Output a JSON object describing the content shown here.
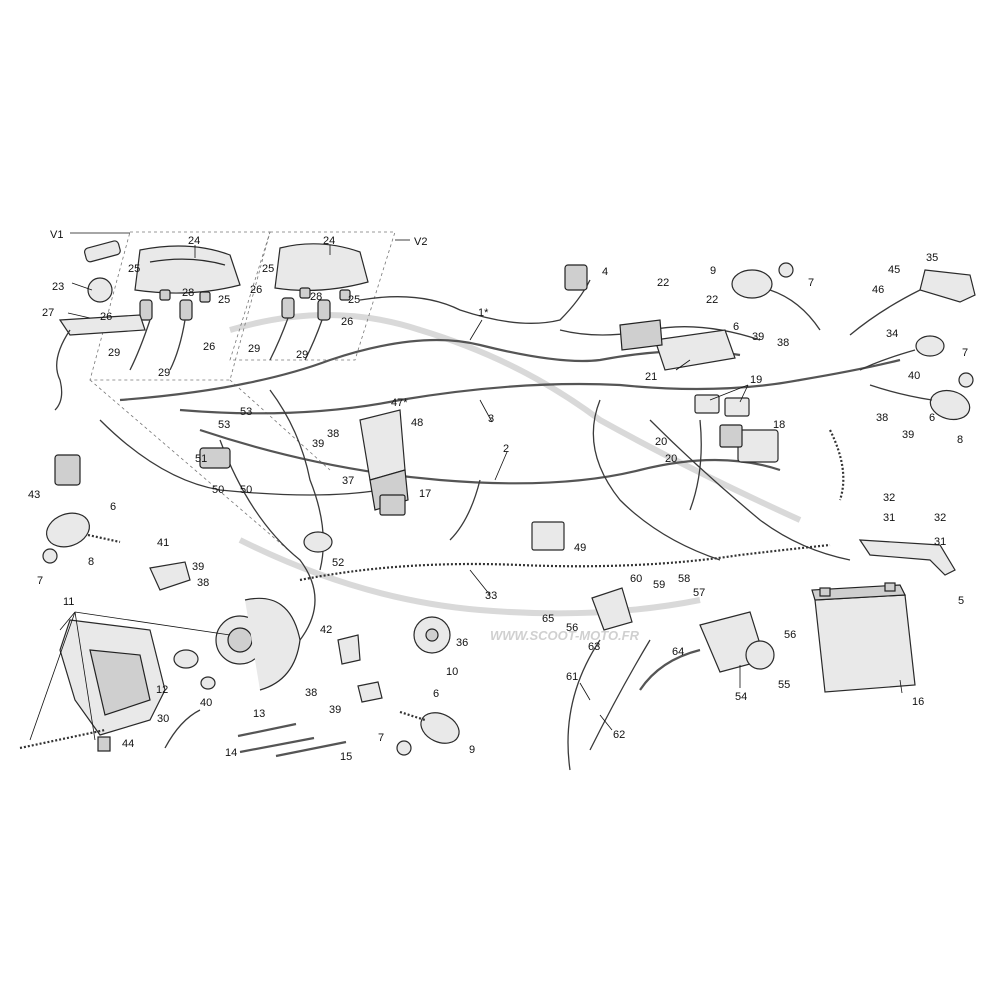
{
  "diagram": {
    "variant_labels": {
      "v1": "V1",
      "v2": "V2"
    },
    "watermark": "WWW.SCOOT-MOTO.FR",
    "callouts": {
      "c24a": "24",
      "c24b": "24",
      "c25a": "25",
      "c25b": "25",
      "c25c": "25",
      "c25d": "25",
      "c26a": "26",
      "c26b": "26",
      "c26c": "26",
      "c26d": "26",
      "c28a": "28",
      "c28b": "28",
      "c29a": "29",
      "c29b": "29",
      "c29c": "29",
      "c29d": "29",
      "c23": "23",
      "c27": "27",
      "c1": "1*",
      "c2": "2",
      "c3": "3",
      "c4": "4",
      "c5": "5",
      "c6a": "6",
      "c6b": "6",
      "c6c": "6",
      "c6d": "6",
      "c7a": "7",
      "c7b": "7",
      "c7c": "7",
      "c7d": "7",
      "c8a": "8",
      "c8b": "8",
      "c9a": "9",
      "c9b": "9",
      "c10": "10",
      "c11": "11",
      "c12": "12",
      "c13": "13",
      "c14": "14",
      "c15": "15",
      "c16": "16",
      "c17": "17",
      "c18": "18",
      "c19": "19",
      "c20a": "20",
      "c20b": "20",
      "c21": "21",
      "c22a": "22",
      "c22b": "22",
      "c30": "30",
      "c31a": "31",
      "c31b": "31",
      "c32a": "32",
      "c32b": "32",
      "c33": "33",
      "c34": "34",
      "c35": "35",
      "c36": "36",
      "c37": "37",
      "c38a": "38",
      "c38b": "38",
      "c38c": "38",
      "c38d": "38",
      "c38e": "38",
      "c39a": "39",
      "c39b": "39",
      "c39c": "39",
      "c39d": "39",
      "c39e": "39",
      "c40a": "40",
      "c40b": "40",
      "c41": "41",
      "c42": "42",
      "c43": "43",
      "c44": "44",
      "c45": "45",
      "c46": "46",
      "c47": "47*",
      "c48": "48",
      "c49": "49",
      "c50a": "50",
      "c50b": "50",
      "c51": "51",
      "c52": "52",
      "c53a": "53",
      "c53b": "53",
      "c54": "54",
      "c55": "55",
      "c56a": "56",
      "c56b": "56",
      "c57": "57",
      "c58": "58",
      "c59": "59",
      "c60": "60",
      "c61": "61",
      "c62": "62",
      "c63": "63",
      "c64": "64",
      "c65": "65"
    }
  }
}
